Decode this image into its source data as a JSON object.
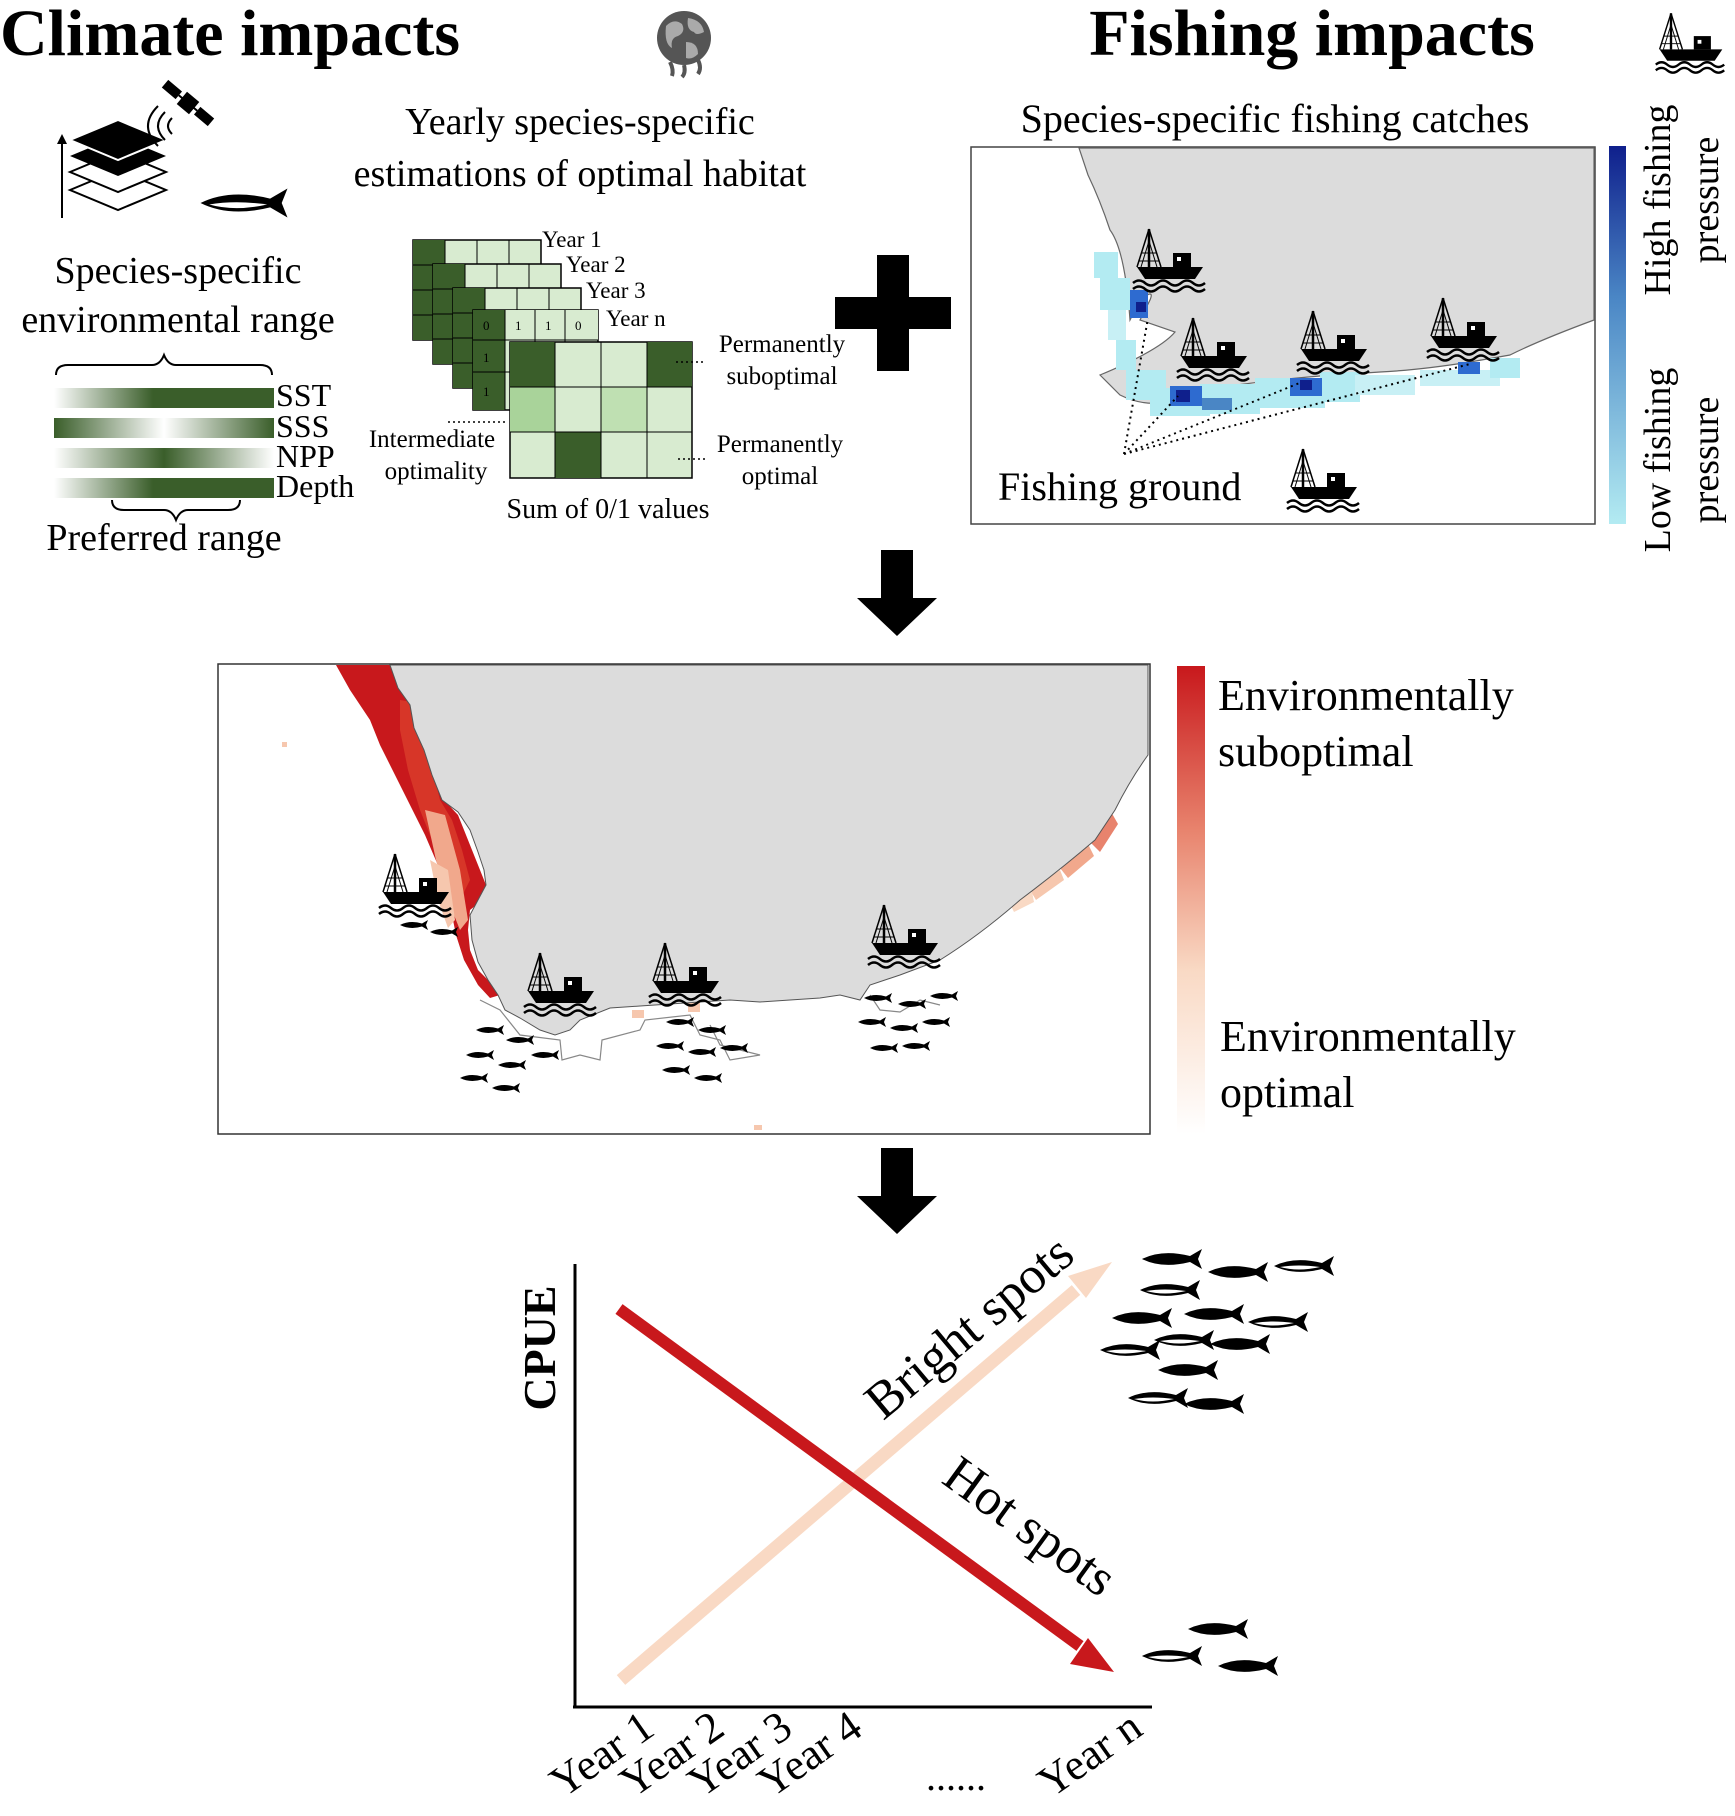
{
  "climate": {
    "title": "Climate impacts",
    "env_range_line1": "Species-specific",
    "env_range_line2": "environmental range",
    "variables": [
      "SST",
      "SSS",
      "NPP",
      "Depth"
    ],
    "preferred_range": "Preferred range",
    "optimal_habitat_line1": "Yearly species-specific",
    "optimal_habitat_line2": "estimations of optimal habitat",
    "years": [
      "Year 1",
      "Year 2",
      "Year 3",
      "Year n"
    ],
    "cell_values": [
      "0",
      "1",
      "1",
      "0",
      "1",
      "1"
    ],
    "perm_subopt_line1": "Permanently",
    "perm_subopt_line2": "suboptimal",
    "perm_opt_line1": "Permanently",
    "perm_opt_line2": "optimal",
    "intermediate_line1": "Intermediate",
    "intermediate_line2": "optimality",
    "sum_label": "Sum of 0/1 values"
  },
  "fishing": {
    "title": "Fishing impacts",
    "catches": "Species-specific  fishing  catches",
    "fishing_ground": "Fishing ground",
    "high_pressure_line1": "High fishing",
    "high_pressure_line2": "pressure",
    "low_pressure_line1": "Low fishing",
    "low_pressure_line2": "pressure"
  },
  "combined": {
    "suboptimal_line1": "Environmentally",
    "suboptimal_line2": "suboptimal",
    "optimal_line1": "Environmentally",
    "optimal_line2": "optimal"
  },
  "chart": {
    "ylabel": "CPUE",
    "bright_spots": "Bright spots",
    "hot_spots": "Hot spots",
    "xticks": [
      "Year 1",
      "Year 2",
      "Year 3",
      "Year 4",
      "......",
      "Year n"
    ]
  },
  "colors": {
    "dark_green": "#3a5e2a",
    "light_green": "#d8ebd0",
    "mid_green": "#a9d39a",
    "land": "#dcdcdc",
    "red": "#c8181c",
    "peach": "#f9d9c4",
    "dark_blue": "#0f1f8c",
    "light_cyan": "#b3ebf2"
  }
}
